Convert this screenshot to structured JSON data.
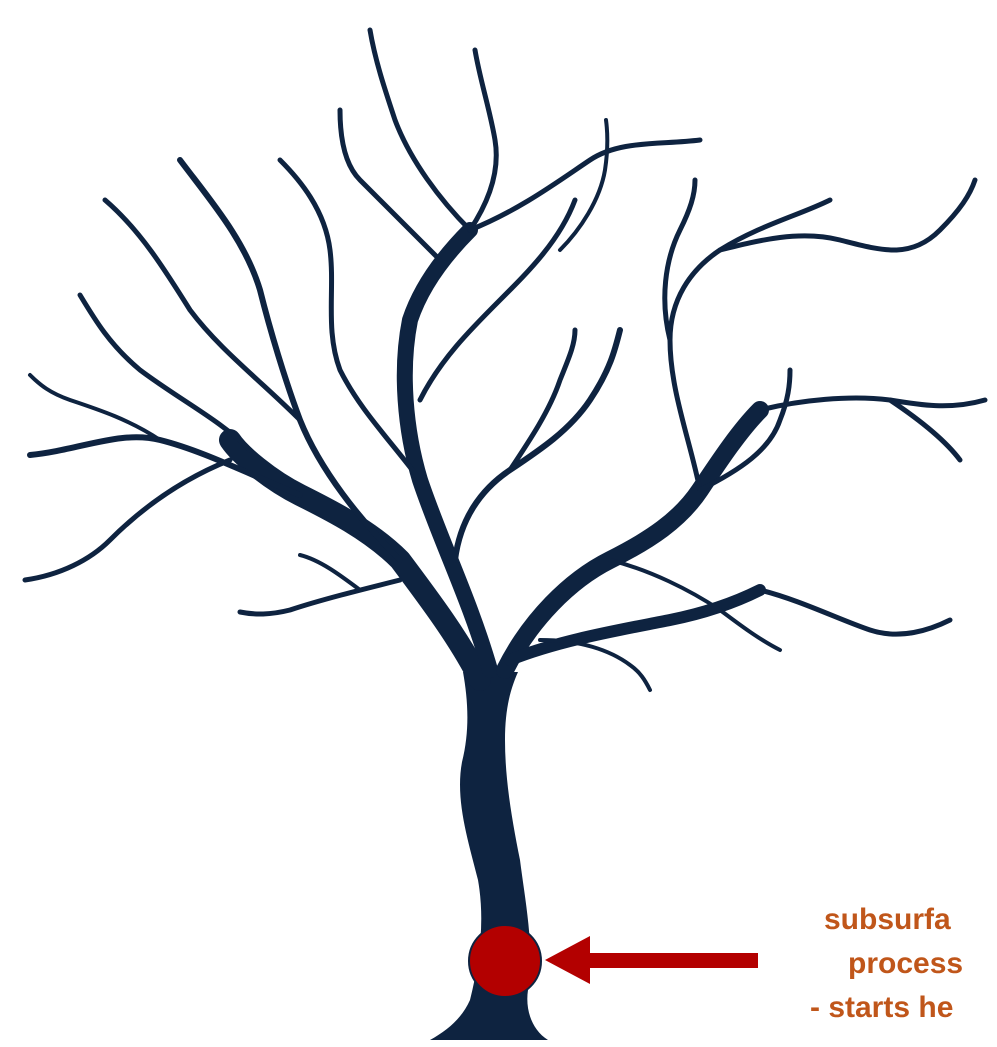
{
  "diagram": {
    "annotation": {
      "line1": "subsurfa",
      "line2": "process",
      "line3": "- starts he"
    },
    "colors": {
      "tree": "#0e2340",
      "marker": "#b30000",
      "arrow": "#b30000",
      "text": "#c0561a"
    }
  }
}
